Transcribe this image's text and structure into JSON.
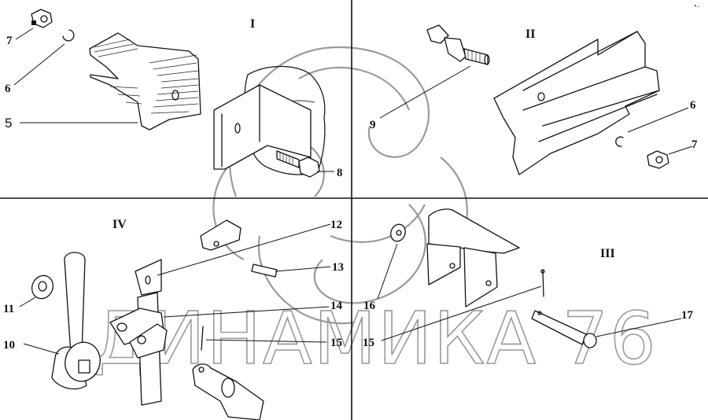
{
  "diagram": {
    "sections": [
      {
        "id": "I",
        "label": "I"
      },
      {
        "id": "II",
        "label": "II"
      },
      {
        "id": "III",
        "label": "III"
      },
      {
        "id": "IV",
        "label": "IV"
      }
    ],
    "callouts": {
      "s1": [
        "7",
        "6",
        "5",
        "8"
      ],
      "s2": [
        "9",
        "6",
        "7"
      ],
      "s4": [
        "11",
        "10",
        "12",
        "13",
        "14",
        "15"
      ],
      "s3": [
        "16",
        "15",
        "17"
      ]
    },
    "watermark": {
      "text": "ДИНАМИКА 76",
      "color": "#9a9a9a"
    },
    "corner_mark": "•–"
  }
}
